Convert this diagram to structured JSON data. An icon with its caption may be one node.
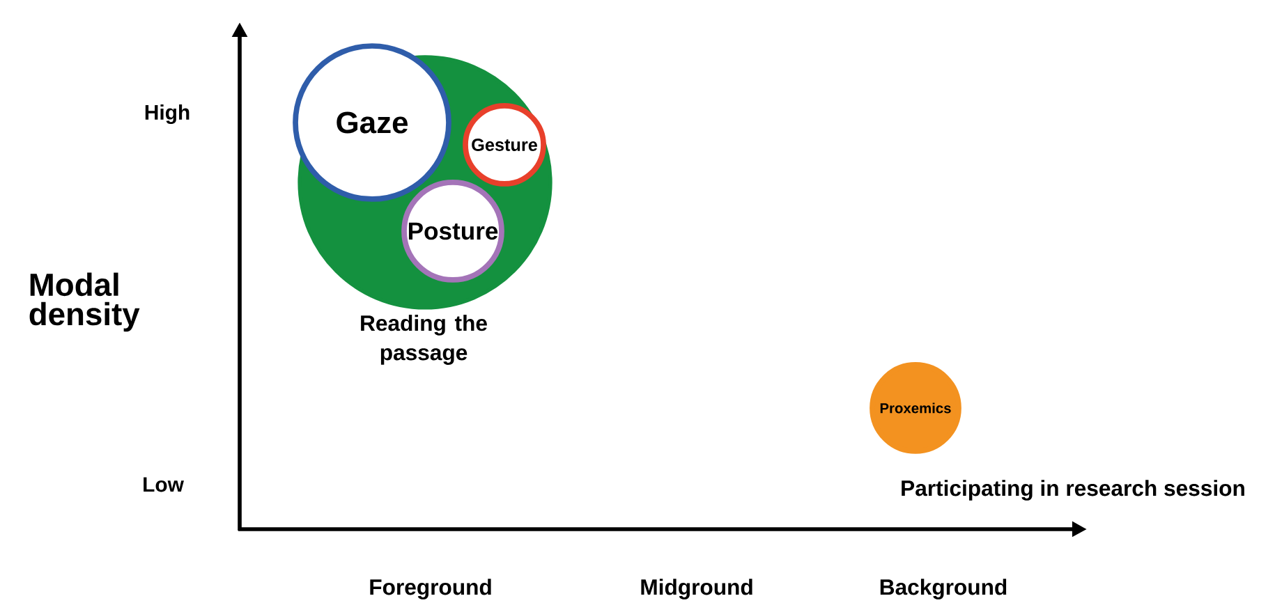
{
  "diagram": {
    "nodes": [
      {
        "text": [
          "Reading the passage"
        ]
      },
      {
        "text": [
          "Gaze"
        ],
        "in": 0
      },
      {
        "text": [
          "Gesture"
        ],
        "in": 0
      },
      {
        "text": [
          "Posture"
        ],
        "in": 0
      },
      {
        "text": [
          "Proxemics"
        ],
        "beside": [
          "Participating in research session"
        ]
      }
    ],
    "labels": [
      "High",
      "Modal density",
      "Low",
      "Foreground",
      "Midground",
      "Background"
    ]
  }
}
